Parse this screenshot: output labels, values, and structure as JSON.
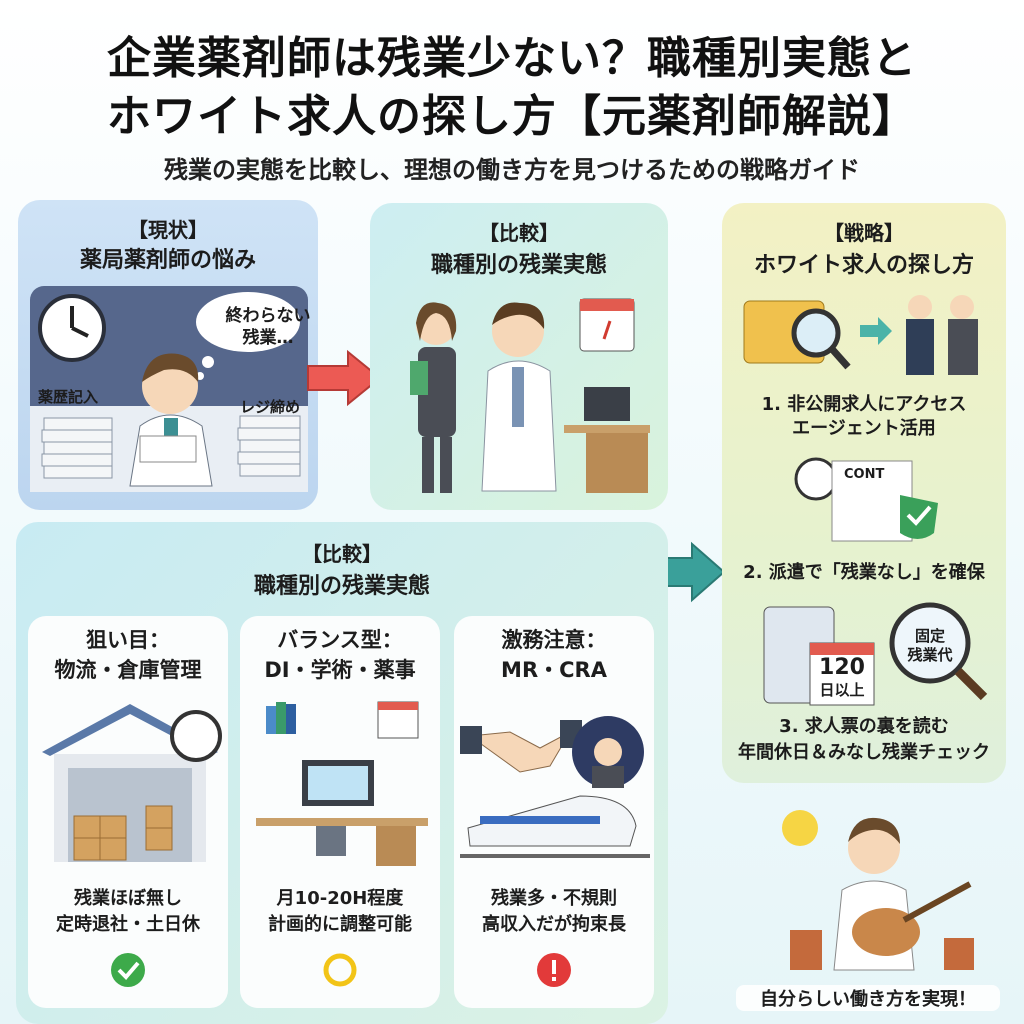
{
  "header": {
    "title_line1": "企業薬剤師は残業少ない？職種別実態と",
    "title_line2": "ホワイト求人の探し方【元薬剤師解説】",
    "subtitle": "残業の実態を比較し、理想の働き方を見つけるための戦略ガイド"
  },
  "status_panel": {
    "tag": "【現状】",
    "title": "薬局薬剤師の悩み",
    "bubble_line1": "終わらない",
    "bubble_line2": "残業…",
    "label_left": "薬歴記入",
    "label_right": "レジ締め"
  },
  "compare_panel_top": {
    "tag": "【比較】",
    "title": "職種別の残業実態"
  },
  "strategy_panel": {
    "tag": "【戦略】",
    "title": "ホワイト求人の探し方",
    "step1_line1": "1. 非公開求人にアクセス",
    "step1_line2": "エージェント活用",
    "contract_label": "CONT",
    "step2": "2. 派遣で「残業なし」を確保",
    "calendar_number": "120",
    "calendar_caption": "日以上",
    "magnifier_line1": "固定",
    "magnifier_line2": "残業代",
    "step3_line1": "3. 求人票の裏を読む",
    "step3_line2": "年間休日＆みなし残業チェック",
    "final": "自分らしい働き方を実現！"
  },
  "compare_panel_bottom": {
    "tag": "【比較】",
    "title": "職種別の残業実態",
    "cards": [
      {
        "title_line1": "狙い目：",
        "title_line2": "物流・倉庫管理",
        "desc_line1": "残業ほぼ無し",
        "desc_line2": "定時退社・土日休",
        "icon": "check-icon",
        "color": "#3daa4a"
      },
      {
        "title_line1": "バランス型：",
        "title_line2": "DI・学術・薬事",
        "desc_line1": "月10-20H程度",
        "desc_line2": "計画的に調整可能",
        "icon": "circle-icon",
        "color": "#f2c417"
      },
      {
        "title_line1": "激務注意：",
        "title_line2": "MR・CRA",
        "desc_line1": "残業多・不規則",
        "desc_line2": "高収入だが拘束長",
        "icon": "exclamation-icon",
        "color": "#e23a3a"
      }
    ]
  }
}
